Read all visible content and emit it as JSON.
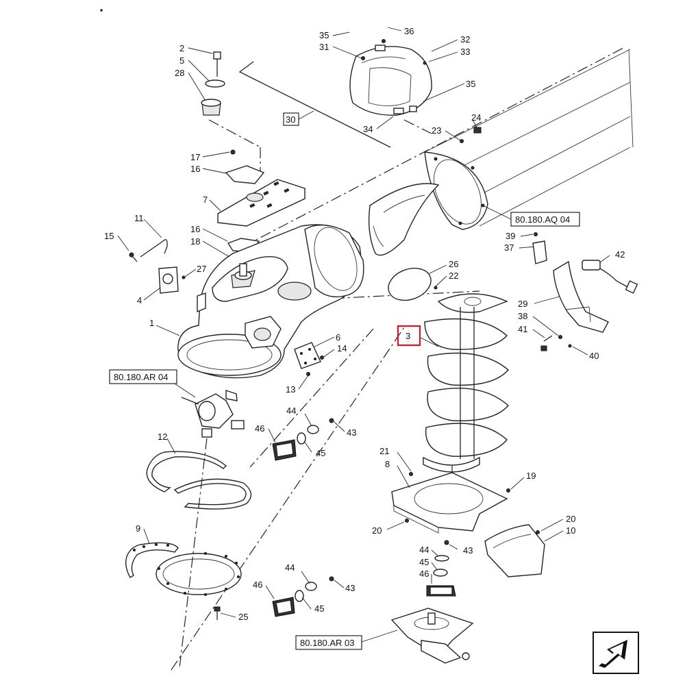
{
  "diagram": {
    "callouts": [
      "1",
      "2",
      "3",
      "4",
      "5",
      "6",
      "7",
      "8",
      "9",
      "10",
      "11",
      "12",
      "13",
      "14",
      "15",
      "16",
      "16",
      "17",
      "18",
      "19",
      "20",
      "20",
      "21",
      "22",
      "23",
      "24",
      "25",
      "26",
      "27",
      "28",
      "29",
      "30",
      "31",
      "32",
      "33",
      "34",
      "35",
      "35",
      "36",
      "37",
      "38",
      "39",
      "40",
      "41",
      "42",
      "43",
      "43",
      "43",
      "44",
      "44",
      "44",
      "45",
      "45",
      "45",
      "46",
      "46",
      "46"
    ],
    "references": {
      "ar04": "80.180.AR 04",
      "aq04": "80.180.AQ 04",
      "ar03": "80.180.AR 03"
    },
    "boxed_callout": "30",
    "highlighted_callout": "3",
    "highlight_color": "#e0141e",
    "nav_icon": "arrow-nav-icon"
  }
}
